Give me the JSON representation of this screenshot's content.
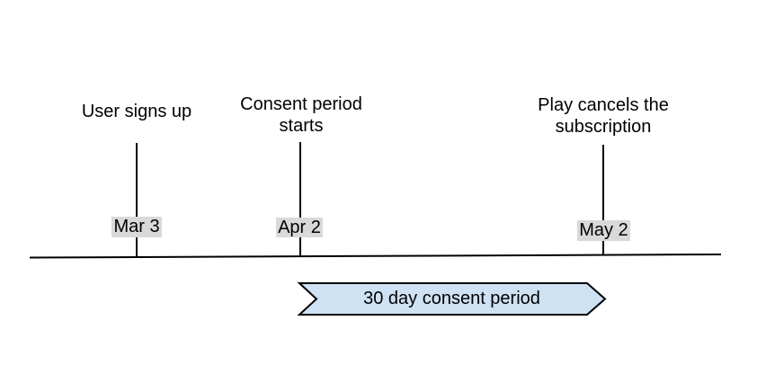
{
  "colors": {
    "background": "#ffffff",
    "line": "#000000",
    "text": "#000000",
    "date_badge_bg": "#d9d9d9",
    "banner_fill": "#cfe2f3",
    "banner_stroke": "#000000"
  },
  "events": [
    {
      "title": "User signs up",
      "date": "Mar 3"
    },
    {
      "title": "Consent period\nstarts",
      "date": "Apr 2"
    },
    {
      "title": "Play cancels the\nsubscription",
      "date": "May 2"
    }
  ],
  "banner": {
    "label": "30 day consent period"
  }
}
